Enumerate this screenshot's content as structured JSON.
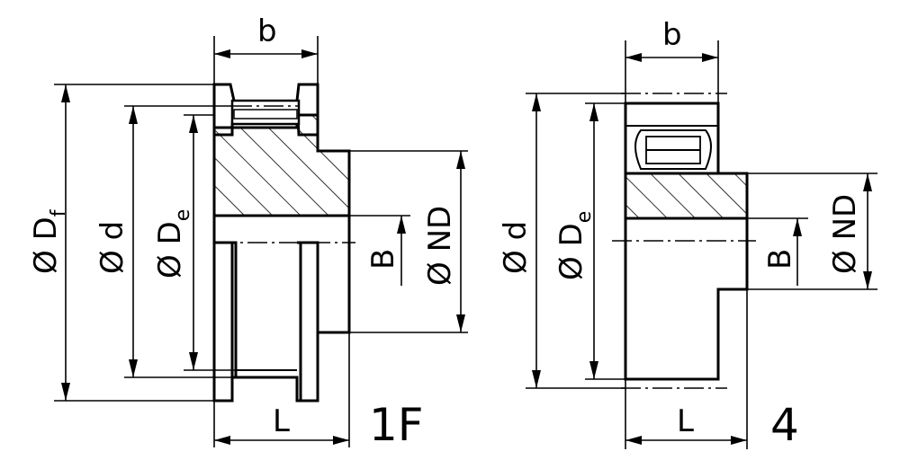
{
  "diagram": {
    "type_1F": {
      "label": "1F",
      "dims": {
        "b": "b",
        "od_f": "Ø D",
        "od_f_sub": "f",
        "od_d": "Ø d",
        "od_e": "Ø D",
        "od_e_sub": "e",
        "ond": "Ø ND",
        "B": "B",
        "L": "L"
      }
    },
    "type_4": {
      "label": "4",
      "dims": {
        "b": "b",
        "od_d": "Ø d",
        "od_e": "Ø D",
        "od_e_sub": "e",
        "ond": "Ø ND",
        "B": "B",
        "L": "L"
      }
    }
  }
}
